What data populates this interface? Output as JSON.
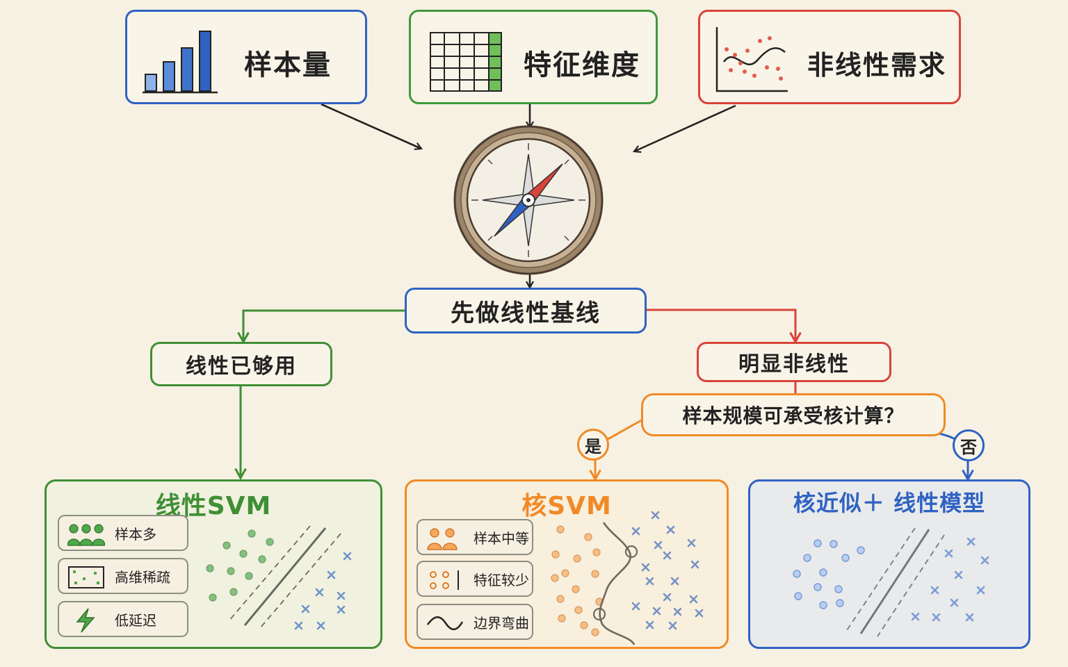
{
  "inputs": [
    {
      "label": "样本量",
      "color": "#2f62c2"
    },
    {
      "label": "特征维度",
      "color": "#3f9a3a"
    },
    {
      "label": "非线性需求",
      "color": "#d8433a"
    }
  ],
  "baseline": {
    "label": "先做线性基线"
  },
  "branch_left": {
    "label": "线性已够用"
  },
  "branch_right": {
    "label": "明显非线性"
  },
  "question": {
    "label": "样本规模可承受核计算？"
  },
  "answers": {
    "yes": "是",
    "no": "否"
  },
  "panels": {
    "linear_svm": {
      "title": "线性SVM",
      "color": "#3f8f35",
      "chips": [
        "样本多",
        "高维稀疏",
        "低延迟"
      ]
    },
    "kernel_svm": {
      "title": "核SVM",
      "color": "#f08a26",
      "chips": [
        "样本中等",
        "特征较少",
        "边界弯曲"
      ]
    },
    "approx": {
      "title": "核近似＋ 线性模型",
      "color": "#2f62c2"
    }
  },
  "colors": {
    "green": "#3f8f35",
    "blue": "#2f62c2",
    "red": "#d8433a",
    "orange": "#f08a26",
    "paper": "#f7f1e3"
  },
  "icons": [
    "bar-chart-icon",
    "grid-icon",
    "scatter-curve-icon",
    "compass-icon",
    "people-icon",
    "sparse-grid-icon",
    "lightning-icon",
    "dots-icon",
    "wave-icon"
  ]
}
